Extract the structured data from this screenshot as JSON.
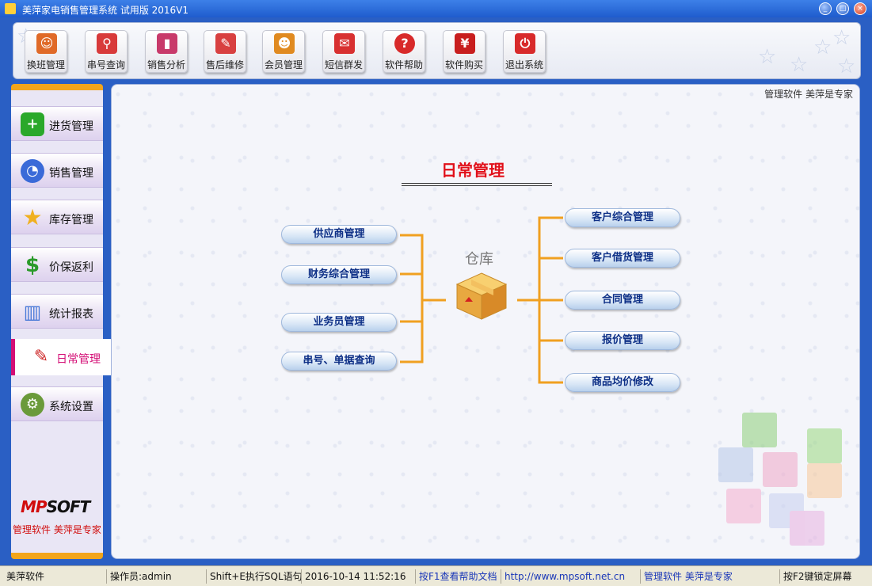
{
  "window": {
    "title": "美萍家电销售管理系统 试用版 2016V1"
  },
  "toolbar": [
    {
      "label": "换班管理",
      "icon": "user-switch-icon",
      "color": "#e06a28"
    },
    {
      "label": "串号查询",
      "icon": "magnifier-icon",
      "color": "#d83a3a"
    },
    {
      "label": "销售分析",
      "icon": "bar-chart-icon",
      "color": "#c83a6a"
    },
    {
      "label": "售后维修",
      "icon": "wrench-icon",
      "color": "#d84040"
    },
    {
      "label": "会员管理",
      "icon": "member-icon",
      "color": "#e08a20"
    },
    {
      "label": "短信群发",
      "icon": "envelope-icon",
      "color": "#d83030"
    },
    {
      "label": "软件帮助",
      "icon": "help-icon",
      "color": "#d82a2a"
    },
    {
      "label": "软件购买",
      "icon": "yen-icon",
      "color": "#c81e1e"
    },
    {
      "label": "退出系统",
      "icon": "power-icon",
      "color": "#d82a2a"
    }
  ],
  "sidebar": {
    "items": [
      {
        "label": "进货管理",
        "icon": "plus-icon",
        "color": "#2aa82a",
        "glyph": "+"
      },
      {
        "label": "销售管理",
        "icon": "pie-chart-icon",
        "color": "#3a6ad8",
        "glyph": "◔"
      },
      {
        "label": "库存管理",
        "icon": "star-icon",
        "color": "#f0b020",
        "glyph": "★"
      },
      {
        "label": "价保返利",
        "icon": "dollar-icon",
        "color": "#2a9a2a",
        "glyph": "$"
      },
      {
        "label": "统计报表",
        "icon": "stats-icon",
        "color": "#4a7ad8",
        "glyph": "▥"
      }
    ],
    "active": {
      "label": "日常管理",
      "icon": "brush-icon"
    },
    "settings": {
      "label": "系统设置",
      "icon": "gear-icon"
    },
    "logo": {
      "prefix": "MP",
      "suffix": "SOFT"
    },
    "slogan": "管理软件 美萍是专家"
  },
  "main": {
    "top_slogan": "管理软件  美萍是专家",
    "heading": "日常管理",
    "center_label": "仓库",
    "left_buttons": [
      "供应商管理",
      "财务综合管理",
      "业务员管理",
      "串号、单据查询"
    ],
    "right_buttons": [
      "客户综合管理",
      "客户借货管理",
      "合同管理",
      "报价管理",
      "商品均价修改"
    ]
  },
  "statusbar": {
    "app": "美萍软件",
    "operator": "操作员:admin",
    "sql_hint": "Shift+E执行SQL语句",
    "datetime": "2016-10-14 11:52:16",
    "help": "按F1查看帮助文档",
    "url": "http://www.mpsoft.net.cn",
    "slogan": "管理软件    美萍是专家",
    "lock": "按F2键锁定屏幕"
  },
  "colors": {
    "accent": "#f3a51a",
    "active": "#d40e76",
    "heading": "#e0101a",
    "link": "#1a37b8"
  }
}
